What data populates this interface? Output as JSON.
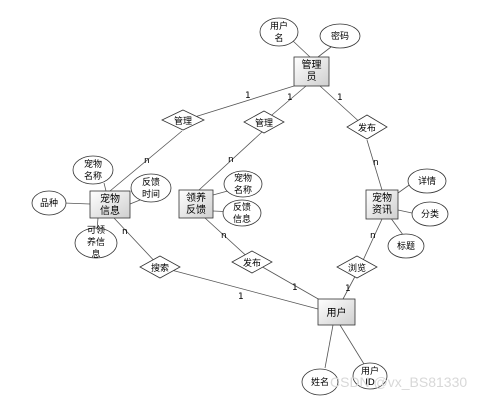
{
  "entities": {
    "admin": "管理员",
    "pet_info": "宠物信息",
    "adoption_feedback": "领养反馈",
    "pet_news": "宠物资讯",
    "user": "用户"
  },
  "attributes": {
    "admin_username": "用户名",
    "admin_password": "密码",
    "pet_name": "宠物名称",
    "pet_breed": "品种",
    "pet_adoptable": "可领养信息",
    "feedback_time": "反馈时间",
    "feedback_pet_name": "宠物名称",
    "feedback_info": "反馈信息",
    "news_detail": "详情",
    "news_category": "分类",
    "news_title": "标题",
    "user_name": "姓名",
    "user_id": "用户ID"
  },
  "relationships": {
    "admin_manage_pet": "管理",
    "admin_manage_feedback": "管理",
    "admin_publish_news": "发布",
    "user_search_pet": "搜索",
    "user_publish_feedback": "发布",
    "user_browse_news": "浏览"
  },
  "cardinalities": {
    "admin_pet_one": "1",
    "admin_pet_many": "n",
    "admin_feedback_one": "1",
    "admin_feedback_many": "n",
    "admin_news_one": "1",
    "admin_news_many": "n",
    "pet_search_many": "n",
    "search_user_one": "1",
    "feedback_publish_many": "n",
    "publish_user_one": "1",
    "news_browse_many": "n",
    "browse_user_one": "1"
  },
  "watermark": "CSDN @vx_BS81330"
}
